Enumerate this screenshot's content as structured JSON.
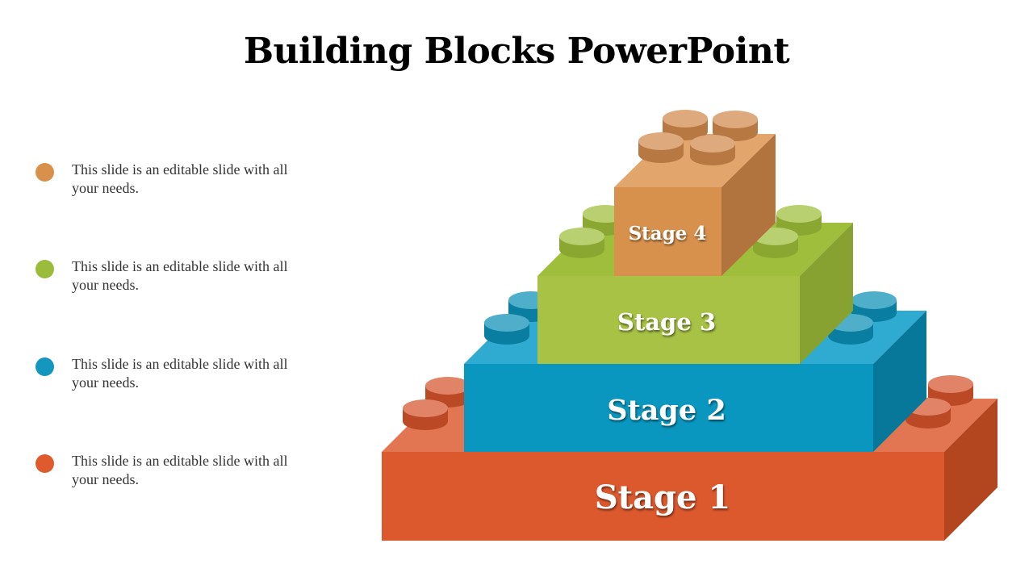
{
  "slide": {
    "title": "Building Blocks PowerPoint"
  },
  "legend": [
    {
      "text": "This slide is an editable slide with all your needs.",
      "color": "#D9904A"
    },
    {
      "text": "This slide is an editable slide with all your needs.",
      "color": "#9BBB3B"
    },
    {
      "text": "This slide is an editable slide with all your needs.",
      "color": "#1497BF"
    },
    {
      "text": "This slide is an editable slide with all your needs.",
      "color": "#DF5A2C"
    }
  ],
  "stages": [
    {
      "label": "Stage 1",
      "front": "#DC582D",
      "top": "#E27552",
      "side": "#B3461F",
      "stud": "#D4532A"
    },
    {
      "label": "Stage 2",
      "front": "#0A97BF",
      "top": "#2FAAD0",
      "side": "#07789A",
      "stud": "#0A8FB6"
    },
    {
      "label": "Stage 3",
      "front": "#A7C244",
      "top": "#9FBE3C",
      "side": "#88A232",
      "stud": "#9DBE38"
    },
    {
      "label": "Stage 4",
      "front": "#D8914D",
      "top": "#E2A66D",
      "side": "#B1743E",
      "stud": "#D0884A"
    }
  ]
}
